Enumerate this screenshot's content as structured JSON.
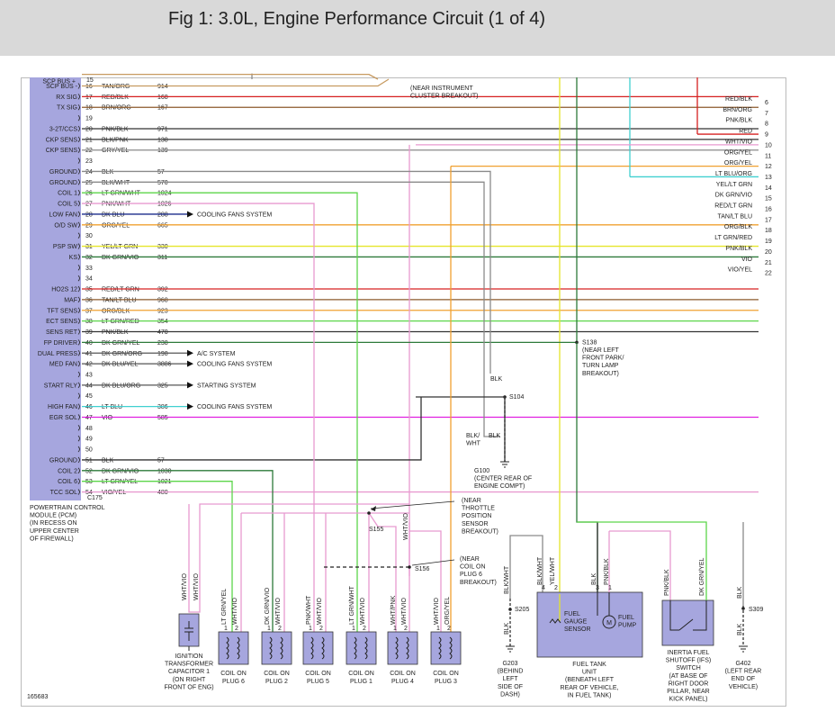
{
  "title": "Fig 1: 3.0L, Engine Performance Circuit (1 of 4)",
  "pcm": {
    "label_lines": [
      "POWERTRAIN CONTROL",
      "MODULE (PCM)",
      "(IN RECESS ON",
      "UPPER CENTER",
      "OF FIREWALL)"
    ],
    "connector": "C175"
  },
  "pins": [
    {
      "pin": "16",
      "name": "SCP BUS -",
      "wire": "TAN/ORG",
      "circuit": "914"
    },
    {
      "pin": "17",
      "name": "RX SIG",
      "wire": "RED/BLK",
      "circuit": "168"
    },
    {
      "pin": "18",
      "name": "TX SIG",
      "wire": "BRN/ORG",
      "circuit": "167"
    },
    {
      "pin": "19",
      "name": "",
      "wire": "",
      "circuit": ""
    },
    {
      "pin": "20",
      "name": "3-2T/CCS",
      "wire": "PNK/BLK",
      "circuit": "971"
    },
    {
      "pin": "21",
      "name": "CKP SENS",
      "wire": "BLK/PNK",
      "circuit": "138"
    },
    {
      "pin": "22",
      "name": "CKP SENS",
      "wire": "GRY/YEL",
      "circuit": "139"
    },
    {
      "pin": "23",
      "name": "",
      "wire": "",
      "circuit": ""
    },
    {
      "pin": "24",
      "name": "GROUND",
      "wire": "BLK",
      "circuit": "57"
    },
    {
      "pin": "25",
      "name": "GROUND",
      "wire": "BLK/WHT",
      "circuit": "570"
    },
    {
      "pin": "26",
      "name": "COIL 1",
      "wire": "LT GRN/WHT",
      "circuit": "1024"
    },
    {
      "pin": "27",
      "name": "COIL 5",
      "wire": "PNK/WHT",
      "circuit": "1026"
    },
    {
      "pin": "28",
      "name": "LOW FAN",
      "wire": "DK BLU",
      "circuit": "288"
    },
    {
      "pin": "29",
      "name": "O/D SW",
      "wire": "ORG/YEL",
      "circuit": "665"
    },
    {
      "pin": "30",
      "name": "",
      "wire": "",
      "circuit": ""
    },
    {
      "pin": "31",
      "name": "PSP SW",
      "wire": "YEL/LT GRN",
      "circuit": "330"
    },
    {
      "pin": "32",
      "name": "KS",
      "wire": "DK GRN/VIO",
      "circuit": "311"
    },
    {
      "pin": "33",
      "name": "",
      "wire": "",
      "circuit": ""
    },
    {
      "pin": "34",
      "name": "",
      "wire": "",
      "circuit": ""
    },
    {
      "pin": "35",
      "name": "HO2S 12",
      "wire": "RED/LT GRN",
      "circuit": "392"
    },
    {
      "pin": "36",
      "name": "MAF",
      "wire": "TAN/LT BLU",
      "circuit": "968"
    },
    {
      "pin": "37",
      "name": "TFT SENS",
      "wire": "ORG/BLK",
      "circuit": "923"
    },
    {
      "pin": "38",
      "name": "ECT SENS",
      "wire": "LT GRN/RED",
      "circuit": "354"
    },
    {
      "pin": "39",
      "name": "SENS RET",
      "wire": "PNK/BLK",
      "circuit": "470"
    },
    {
      "pin": "40",
      "name": "FP DRIVER",
      "wire": "DK GRN/YEL",
      "circuit": "238"
    },
    {
      "pin": "41",
      "name": "DUAL PRESS",
      "wire": "DK GRN/ORG",
      "circuit": "198"
    },
    {
      "pin": "42",
      "name": "MED FAN",
      "wire": "DK BLU/YEL",
      "circuit": "3886"
    },
    {
      "pin": "43",
      "name": "",
      "wire": "",
      "circuit": ""
    },
    {
      "pin": "44",
      "name": "START RLY",
      "wire": "DK BLU/ORG",
      "circuit": "325"
    },
    {
      "pin": "45",
      "name": "",
      "wire": "",
      "circuit": ""
    },
    {
      "pin": "46",
      "name": "HIGH FAN",
      "wire": "LT BLU",
      "circuit": "386"
    },
    {
      "pin": "47",
      "name": "EGR SOL",
      "wire": "VIO",
      "circuit": "585"
    },
    {
      "pin": "48",
      "name": "",
      "wire": "",
      "circuit": ""
    },
    {
      "pin": "49",
      "name": "",
      "wire": "",
      "circuit": ""
    },
    {
      "pin": "50",
      "name": "",
      "wire": "",
      "circuit": ""
    },
    {
      "pin": "51",
      "name": "GROUND",
      "wire": "BLK",
      "circuit": "57"
    },
    {
      "pin": "52",
      "name": "COIL 2",
      "wire": "DK GRN/VIO",
      "circuit": "1030"
    },
    {
      "pin": "53",
      "name": "COIL 6",
      "wire": "LT GRN/YEL",
      "circuit": "1021"
    },
    {
      "pin": "54",
      "name": "TCC SOL",
      "wire": "VIO/YEL",
      "circuit": "480"
    }
  ],
  "cut_pin": {
    "pin": "15",
    "name": "SCP BUS +"
  },
  "system_arrows": [
    {
      "pin": "28",
      "label": "COOLING FANS SYSTEM"
    },
    {
      "pin": "41",
      "label": "A/C SYSTEM"
    },
    {
      "pin": "42",
      "label": "COOLING FANS SYSTEM"
    },
    {
      "pin": "44",
      "label": "STARTING SYSTEM"
    },
    {
      "pin": "46",
      "label": "COOLING FANS SYSTEM"
    }
  ],
  "right_labels": [
    {
      "wire": "RED/BLK",
      "num": "6"
    },
    {
      "wire": "BRN/ORG",
      "num": "7"
    },
    {
      "wire": "PNK/BLK",
      "num": "8"
    },
    {
      "wire": "RED",
      "num": "9"
    },
    {
      "wire": "WHT/VIO",
      "num": "10"
    },
    {
      "wire": "ORG/YEL",
      "num": "11"
    },
    {
      "wire": "ORG/YEL",
      "num": "12"
    },
    {
      "wire": "LT BLU/ORG",
      "num": "13"
    },
    {
      "wire": "YEL/LT GRN",
      "num": "14"
    },
    {
      "wire": "DK GRN/VIO",
      "num": "15"
    },
    {
      "wire": "RED/LT GRN",
      "num": "16"
    },
    {
      "wire": "TAN/LT BLU",
      "num": "17"
    },
    {
      "wire": "ORG/BLK",
      "num": "18"
    },
    {
      "wire": "LT GRN/RED",
      "num": "19"
    },
    {
      "wire": "PNK/BLK",
      "num": "20"
    },
    {
      "wire": "VIO",
      "num": "21"
    },
    {
      "wire": "VIO/YEL",
      "num": "22"
    }
  ],
  "notes": {
    "near_instrument": [
      "(NEAR INSTRUMENT",
      "CLUSTER BREAKOUT)"
    ],
    "s138": [
      "S138",
      "(NEAR LEFT",
      "FRONT PARK/",
      "TURN LAMP",
      "BREAKOUT)"
    ],
    "s104": "S104",
    "blk": "BLK",
    "blk_wht": [
      "BLK/",
      "WHT"
    ],
    "g100": [
      "G100",
      "(CENTER REAR OF",
      "ENGINE COMPT)"
    ],
    "near_tps": [
      "(NEAR",
      "THROTTLE",
      "POSITION",
      "SENSOR",
      "BREAKOUT)"
    ],
    "s155": "S155",
    "near_coil": [
      "(NEAR",
      "COIL ON",
      "PLUG 6",
      "BREAKOUT)"
    ],
    "s156": "S156",
    "figure_id": "165683"
  },
  "ignition_cap": {
    "lines": [
      "IGNITION",
      "TRANSFORMER",
      "CAPACITOR 1",
      "(ON RIGHT",
      "FRONT OF ENG)"
    ],
    "wire1": "WHT/VIO",
    "wire2": "WHT/VIO"
  },
  "coils": [
    {
      "name": "COIL ON",
      "plug": "PLUG 6",
      "w1": "LT GRN/YEL",
      "w2": "WHT/VIO"
    },
    {
      "name": "COIL ON",
      "plug": "PLUG 2",
      "w1": "DK GRN/VIO",
      "w2": "WHT/VIO"
    },
    {
      "name": "COIL ON",
      "plug": "PLUG 5",
      "w1": "PNK/WHT",
      "w2": "WHT/VIO"
    },
    {
      "name": "COIL ON",
      "plug": "PLUG 1",
      "w1": "LT GRN/WHT",
      "w2": "WHT/VIO"
    },
    {
      "name": "COIL ON",
      "plug": "PLUG 4",
      "w1": "WHT/PNK",
      "w2": "WHT/VIO"
    },
    {
      "name": "COIL ON",
      "plug": "PLUG 3",
      "w1": "WHT/VIO",
      "w2": "ORG/YEL"
    }
  ],
  "mid_vertical": "WHT/VIO",
  "g203": {
    "wire_top": "BLK/WHT",
    "splice": "S205",
    "wire_bottom": "BLK",
    "lines": [
      "G203",
      "(BEHIND",
      "LEFT",
      "SIDE OF",
      "DASH)"
    ]
  },
  "fuel_tank": {
    "lines": [
      "FUEL TANK",
      "UNIT",
      "(BENEATH LEFT",
      "REAR OF VEHICLE,",
      "IN FUEL TANK)"
    ],
    "gauge": [
      "FUEL",
      "GAUGE",
      "SENSOR"
    ],
    "pump": [
      "FUEL",
      "PUMP"
    ],
    "motor": "M",
    "wires": [
      "BLK/WHT",
      "YEL/WHT",
      "BLK",
      "PNK/BLK"
    ],
    "pins": [
      "4",
      "2",
      "3",
      "1"
    ]
  },
  "inertia": {
    "lines": [
      "INERTIA FUEL",
      "SHUTOFF (IFS)",
      "SWITCH",
      "(AT BASE OF",
      "RIGHT DOOR",
      "PILLAR, NEAR",
      "KICK PANEL)"
    ],
    "wires": [
      "PNK/BLK",
      "DK GRN/YEL"
    ],
    "pins": [
      "2",
      "1"
    ]
  },
  "g402": {
    "wire_top": "BLK",
    "splice": "S309",
    "wire_bottom": "BLK",
    "lines": [
      "G402",
      "(LEFT REAR",
      "END OF",
      "VEHICLE)"
    ]
  },
  "colors": {
    "red": "#d62020",
    "brown": "#8b5a2b",
    "gray": "#8a8a8a",
    "black": "#333333",
    "ltgreen": "#5cd64a",
    "pink": "#e89ad0",
    "darkblue": "#1a2b8a",
    "orange": "#f0a030",
    "yellow": "#e5e52a",
    "darkgreen": "#2d7a3a",
    "tan": "#c79a60",
    "violet": "#e020e0",
    "ltblue": "#40d0d0",
    "panel": "#a6a6de"
  }
}
